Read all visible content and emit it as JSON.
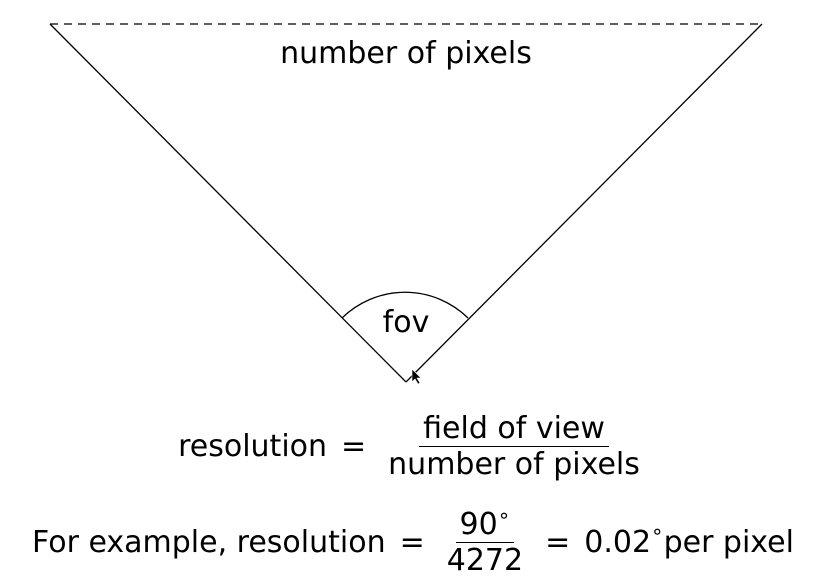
{
  "diagram": {
    "top_label": "number of pixels",
    "angle_label": "fov"
  },
  "formula1": {
    "lhs": "resolution",
    "equals": "=",
    "numerator": "field of view",
    "denominator": "number of pixels"
  },
  "formula2": {
    "prefix": "For example, resolution",
    "equals1": "=",
    "numerator": "90",
    "num_degree": "∘",
    "denominator": "4272",
    "equals2": "=",
    "result": "0.02",
    "result_degree": "∘",
    "suffix": "per pixel"
  }
}
